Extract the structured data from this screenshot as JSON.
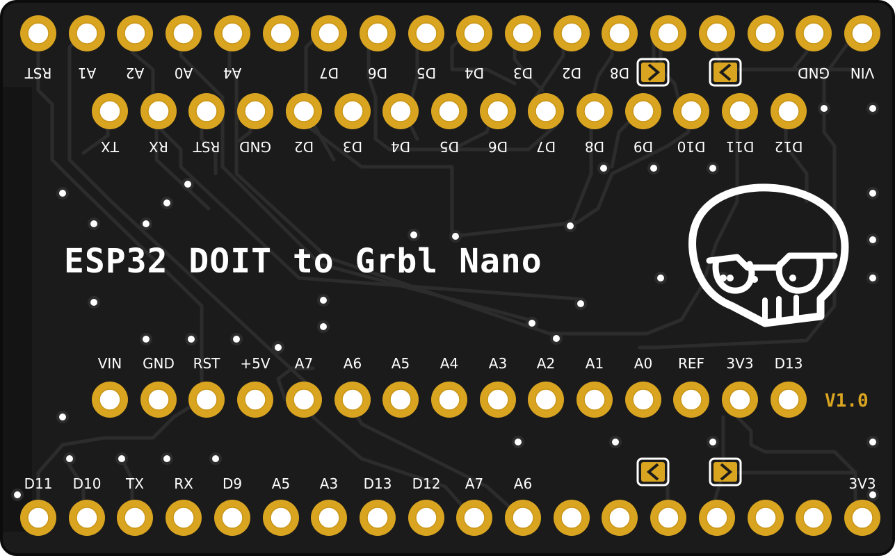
{
  "board": {
    "title": "ESP32 DOIT to Grbl Nano",
    "version": "V1.0",
    "colors": {
      "pcb": "#1b1b1b",
      "edge": "#0c0c0c",
      "trace": "#2b2b2b",
      "copper": "#d9a521",
      "pad_hole": "#ffffff",
      "silkscreen": "#ffffff"
    },
    "logo_icon": "skull-with-glasses-icon"
  },
  "header_top": {
    "labels": [
      "RST",
      "A1",
      "A2",
      "A0",
      "A4",
      "",
      "D7",
      "D6",
      "D5",
      "D4",
      "D3",
      "D2",
      "D8",
      "",
      "",
      "",
      "GND",
      "VIN"
    ]
  },
  "header_second": {
    "labels": [
      "TX",
      "RX",
      "RST",
      "GND",
      "D2",
      "D3",
      "D4",
      "D5",
      "D6",
      "D7",
      "D8",
      "D9",
      "D10",
      "D11",
      "D12"
    ]
  },
  "header_third": {
    "labels": [
      "VIN",
      "GND",
      "RST",
      "+5V",
      "A7",
      "A6",
      "A5",
      "A4",
      "A3",
      "A2",
      "A1",
      "A0",
      "REF",
      "3V3",
      "D13"
    ]
  },
  "header_bottom": {
    "labels": [
      "D11",
      "D10",
      "TX",
      "RX",
      "D9",
      "A5",
      "A3",
      "D13",
      "D12",
      "A7",
      "A6",
      "",
      "",
      "",
      "",
      "",
      "",
      "3V3"
    ]
  }
}
